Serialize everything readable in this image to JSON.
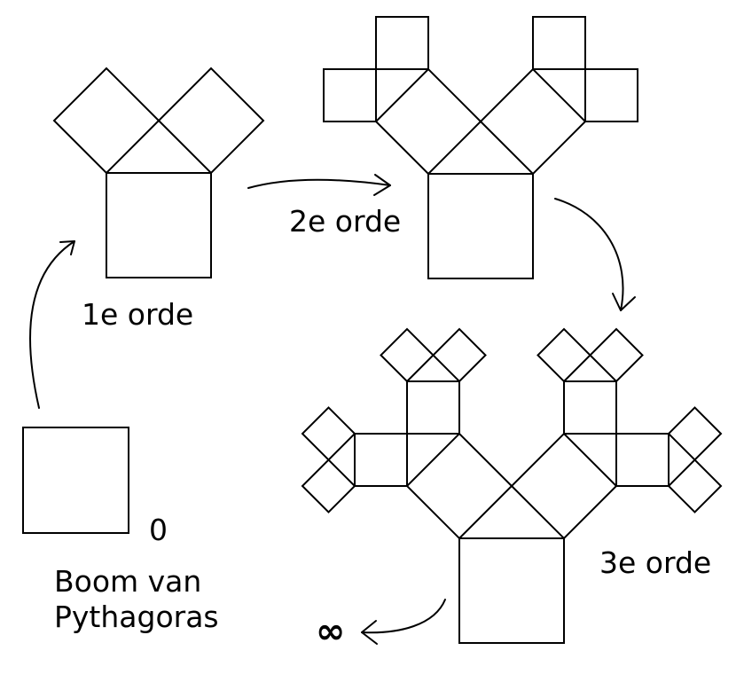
{
  "colors": {
    "stroke": "#000000",
    "background": "#ffffff"
  },
  "labels": {
    "order0": "0",
    "caption": "Boom van\nPythagoras",
    "order1": "1e orde",
    "order2": "2e orde",
    "order3": "3e orde",
    "infinity": "∞"
  }
}
